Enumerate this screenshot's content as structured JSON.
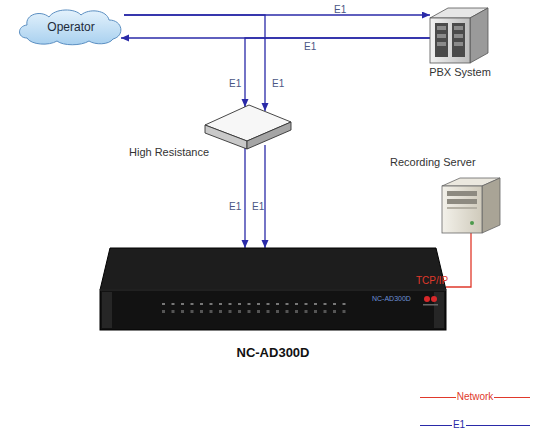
{
  "diagram": {
    "nodes": [
      {
        "text": [
          "Operator"
        ]
      },
      {
        "text": [
          "PBX System"
        ]
      },
      {
        "text": [
          "High Resistance"
        ]
      },
      {
        "text": [
          "Recording Server"
        ]
      },
      {
        "text": [
          "NC-AD300D",
          "NC-AD300D"
        ]
      }
    ],
    "edges": [
      {
        "from": 0,
        "to": 1,
        "arrow": "to",
        "label": "E1"
      },
      {
        "from": 1,
        "to": 0,
        "arrow": "to",
        "label": "E1"
      },
      {
        "from": 0,
        "to": 2,
        "arrow": "to",
        "label": "E1"
      },
      {
        "from": 1,
        "to": 2,
        "arrow": "to",
        "label": "E1"
      },
      {
        "from": 2,
        "to": 4,
        "arrow": "to",
        "label": "E1"
      },
      {
        "from": 2,
        "to": 4,
        "arrow": "to",
        "label": "E1"
      },
      {
        "from": 3,
        "to": 4,
        "arrow": "none",
        "label": "TCP/IP"
      }
    ],
    "legend": [
      {
        "text": "Network"
      },
      {
        "text": "E1"
      }
    ]
  }
}
